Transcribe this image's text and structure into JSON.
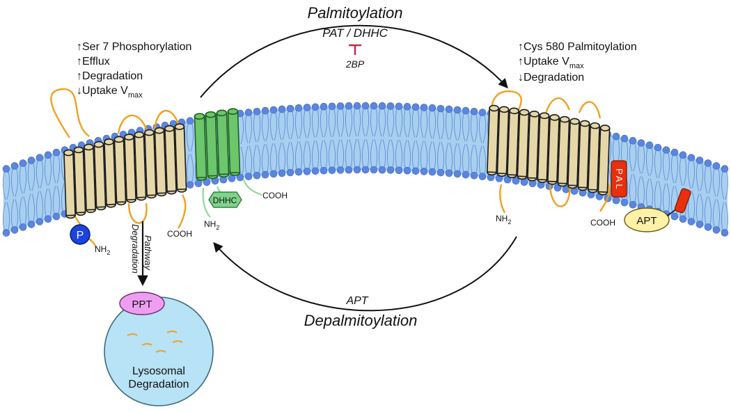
{
  "cycle": {
    "top_label": "Palmitoylation",
    "top_enzyme": "PAT / DHHC",
    "inhibitor": "2BP",
    "bottom_enzyme": "APT",
    "bottom_label": "Depalmitoylation"
  },
  "left_effects": {
    "lines": [
      {
        "arrow": "↑",
        "text": "Ser 7 Phosphorylation"
      },
      {
        "arrow": "↑",
        "text": "Efflux"
      },
      {
        "arrow": "↑",
        "text": "Degradation"
      },
      {
        "arrow": "↓",
        "text": "Uptake V",
        "sub": "max"
      }
    ]
  },
  "right_effects": {
    "lines": [
      {
        "arrow": "↑",
        "text": "Cys 580 Palmitoylation"
      },
      {
        "arrow": "↑",
        "text": "Uptake V",
        "sub": "max"
      },
      {
        "arrow": "↓",
        "text": "Degradation"
      }
    ]
  },
  "left_transporter": {
    "phospho_label": "P",
    "nh2_main": "NH",
    "nh2_sub": "2",
    "cooh": "COOH"
  },
  "dhhc_enzyme": {
    "label": "DHHC",
    "nh2_main": "NH",
    "nh2_sub": "2",
    "cooh": "COOH"
  },
  "right_transporter": {
    "nh2_main": "NH",
    "nh2_sub": "2",
    "cooh": "COOH",
    "pal_label": "PAL",
    "apt_label": "APT"
  },
  "degradation": {
    "pathway_line1": "Degradation",
    "pathway_line2": "Pathway",
    "ppt_label": "PPT",
    "lyso_line1": "Lysosomal",
    "lyso_line2": "Degradation"
  },
  "colors": {
    "membrane_fill": "#a9cff0",
    "head_group": "#5a86e0",
    "lipid_tail": "#5f8fd6",
    "helix_tan": "#e6d7a8",
    "helix_green": "#6cc66c",
    "loop_orange": "#f0a020",
    "pal_red": "#e8300c",
    "phospho_blue": "#1a44e0",
    "dhhc_green": "#7fd38a",
    "ppt_pink": "#ee9ef0",
    "apt_yellow": "#fff1a8",
    "lysosome": "#b8e2f5",
    "inhibitor_red": "#c0284a"
  }
}
